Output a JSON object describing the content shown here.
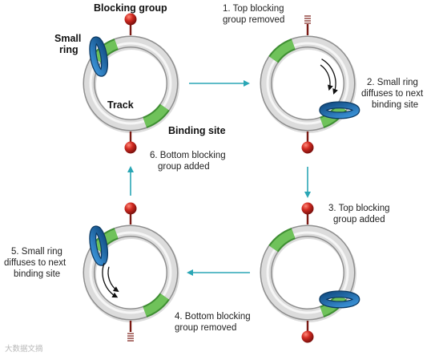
{
  "labels": {
    "blocking_group": "Blocking group",
    "small_ring": [
      "Small",
      "ring"
    ],
    "track": "Track",
    "binding_site": "Binding site",
    "watermark": "大数据文摘"
  },
  "steps": [
    {
      "number": "1.",
      "lines": [
        "1. Top blocking",
        "group removed"
      ]
    },
    {
      "number": "2.",
      "lines": [
        "2. Small ring",
        "diffuses to next",
        "binding site"
      ]
    },
    {
      "number": "3.",
      "lines": [
        "3. Top blocking",
        "group added"
      ]
    },
    {
      "number": "4.",
      "lines": [
        "4. Bottom blocking",
        "group removed"
      ]
    },
    {
      "number": "5.",
      "lines": [
        "5. Small ring",
        "diffuses to next",
        "binding site"
      ]
    },
    {
      "number": "6.",
      "lines": [
        "6. Bottom blocking",
        "group added"
      ]
    }
  ],
  "colors": {
    "track": "#dcdcdc",
    "binding_site": "#6fc25a",
    "small_ring": "#1e73b8",
    "blocking_group": "#c92a2a",
    "flow_arrow": "#2aa6b5"
  }
}
